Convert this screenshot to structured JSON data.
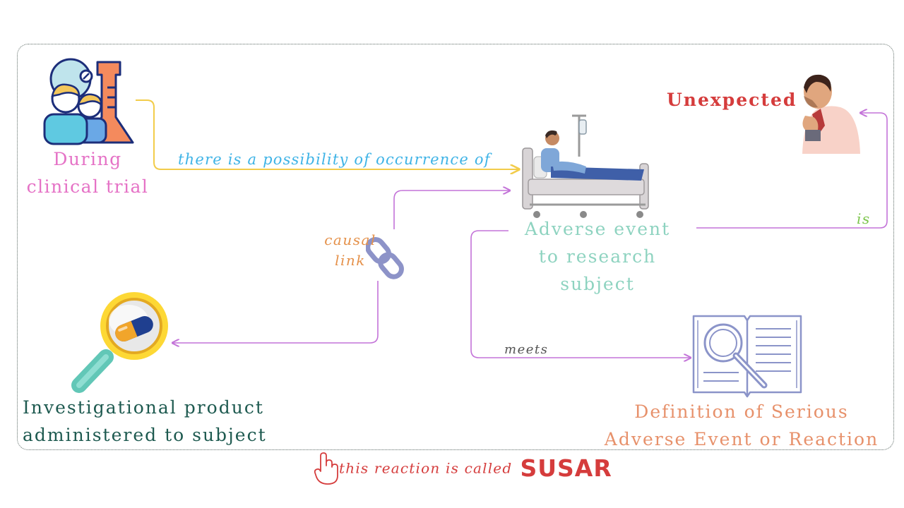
{
  "diagram": {
    "nodes": {
      "clinical_trial": {
        "line1": "During",
        "line2": "clinical trial",
        "color": "#e572c6"
      },
      "adverse_event": {
        "line1": "Adverse event",
        "line2": "to research",
        "line3": "subject",
        "color": "#8ed3c0"
      },
      "unexpected": {
        "label": "Unexpected",
        "color": "#d53c3c"
      },
      "investigational_product": {
        "line1": "Investigational product",
        "line2": "administered to subject",
        "color": "#1e5a50"
      },
      "sae_definition": {
        "line1": "Definition of Serious",
        "line2": "Adverse Event or Reaction",
        "color": "#e7916b"
      }
    },
    "edges": {
      "possibility": {
        "label": "there is a possibility of occurrence of",
        "color": "#3eb3e6",
        "line_color": "#f2cc4a"
      },
      "causal": {
        "line1": "causal",
        "line2": "link",
        "color": "#e5914a",
        "line_color": "#c373d8"
      },
      "is": {
        "label": "is",
        "color": "#7cc54c",
        "line_color": "#c373d8"
      },
      "meets": {
        "label": "meets",
        "color": "#555555",
        "line_color": "#c373d8"
      }
    },
    "footer": {
      "prefix": "this reaction is called",
      "term": "SUSAR",
      "color": "#d53c3c"
    }
  }
}
